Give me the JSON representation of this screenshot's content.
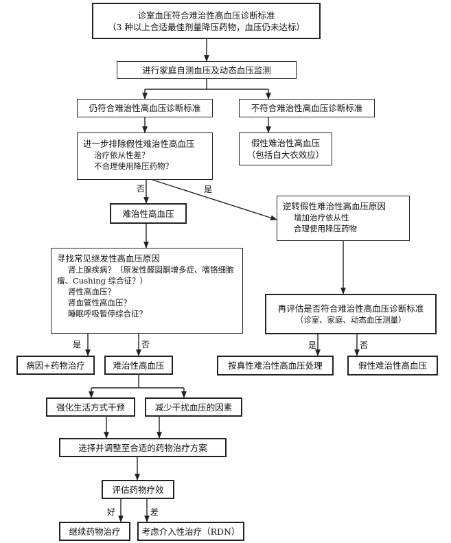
{
  "nodes": {
    "n1": {
      "lines": [
        "诊室血压符合难治性高血压诊断标准",
        "（3 种以上合适最佳剂量降压药物，血压仍未达标）"
      ]
    },
    "n2": {
      "text": "进行家庭自测血压及动态血压监测"
    },
    "n3": {
      "text": "仍符合难治性高血压诊断标准"
    },
    "n4": {
      "text": "不符合难治性高血压诊断标准"
    },
    "n5": {
      "title": "进一步排除假性难治性高血压",
      "items": [
        "治疗依从性差？",
        "不合理使用降压药物？"
      ]
    },
    "n6": {
      "lines": [
        "假性难治性高血压",
        "（包括白大衣效应）"
      ]
    },
    "n7": {
      "text": "难治性高血压"
    },
    "n8": {
      "title": "逆转假性难治性高血压原因",
      "items": [
        "增加治疗依从性",
        "合理使用降压药物"
      ]
    },
    "n9": {
      "title": "寻找常见继发性高血压原因",
      "items": [
        "肾上腺疾病？（原发性醛固酮增多症、嗜铬细胞瘤、Cushing 综合征？）",
        "肾性高血压？",
        "肾血管性高血压？",
        "睡眠呼吸暂停综合征？"
      ]
    },
    "n10": {
      "lines": [
        "再评估是否符合难治性高血压诊断标准",
        "（诊室、家庭、动态血压测量）"
      ]
    },
    "n11": {
      "text": "病因+药物治疗"
    },
    "n12": {
      "text": "难治性高血压"
    },
    "n13": {
      "text": "按真性难治性高血压处理"
    },
    "n14": {
      "text": "假性难治性高血压"
    },
    "n15": {
      "text": "强化生活方式干预"
    },
    "n16": {
      "text": "减少干扰血压的因素"
    },
    "n17": {
      "text": "选择并调整至合适的药物治疗方案"
    },
    "n18": {
      "text": "评估药物疗效"
    },
    "n19": {
      "text": "继续药物治疗"
    },
    "n20": {
      "text": "考虑介入性治疗（RDN）"
    }
  },
  "edge_labels": {
    "no_1": "否",
    "yes_1": "是",
    "yes_2": "是",
    "no_2": "否",
    "yes_3": "是",
    "no_3": "否",
    "good": "好",
    "bad": "差"
  }
}
